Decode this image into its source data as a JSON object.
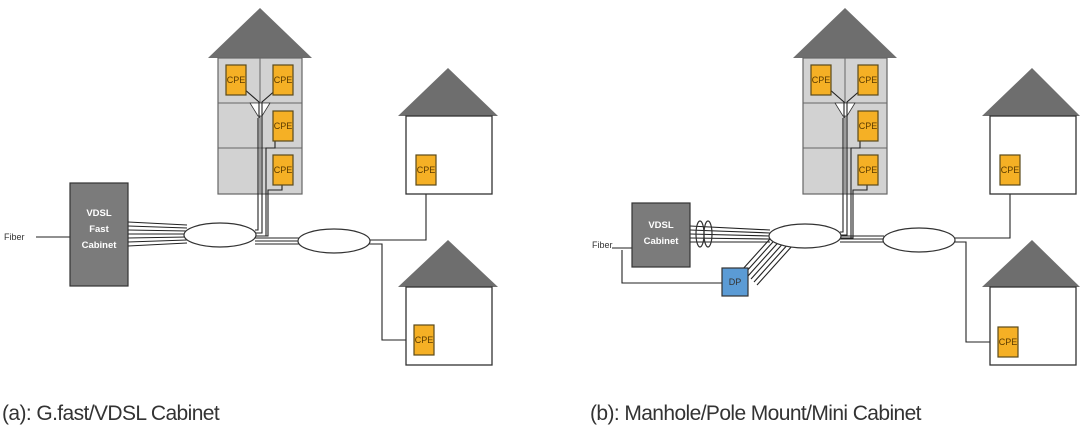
{
  "colors": {
    "roof": "#6e6e6e",
    "cpe": "#f5b025",
    "cpe_border": "#5a4a1a",
    "building_wall": "#d2d2d2",
    "cabinet": "#7b7b7b",
    "dp": "#5b9bd5",
    "line": "#222222"
  },
  "labels": {
    "cpe": "CPE",
    "fiber_a": "Fiber",
    "fiber_b": "Fiber",
    "cabinet_a_line1": "VDSL",
    "cabinet_a_line2": "Fast",
    "cabinet_a_line3": "Cabinet",
    "cabinet_b_line1": "VDSL",
    "cabinet_b_line2": "Cabinet",
    "dp": "DP"
  },
  "captions": {
    "a": "(a): G.fast/VDSL Cabinet",
    "b": "(b): Manhole/Pole Mount/Mini Cabinet"
  }
}
